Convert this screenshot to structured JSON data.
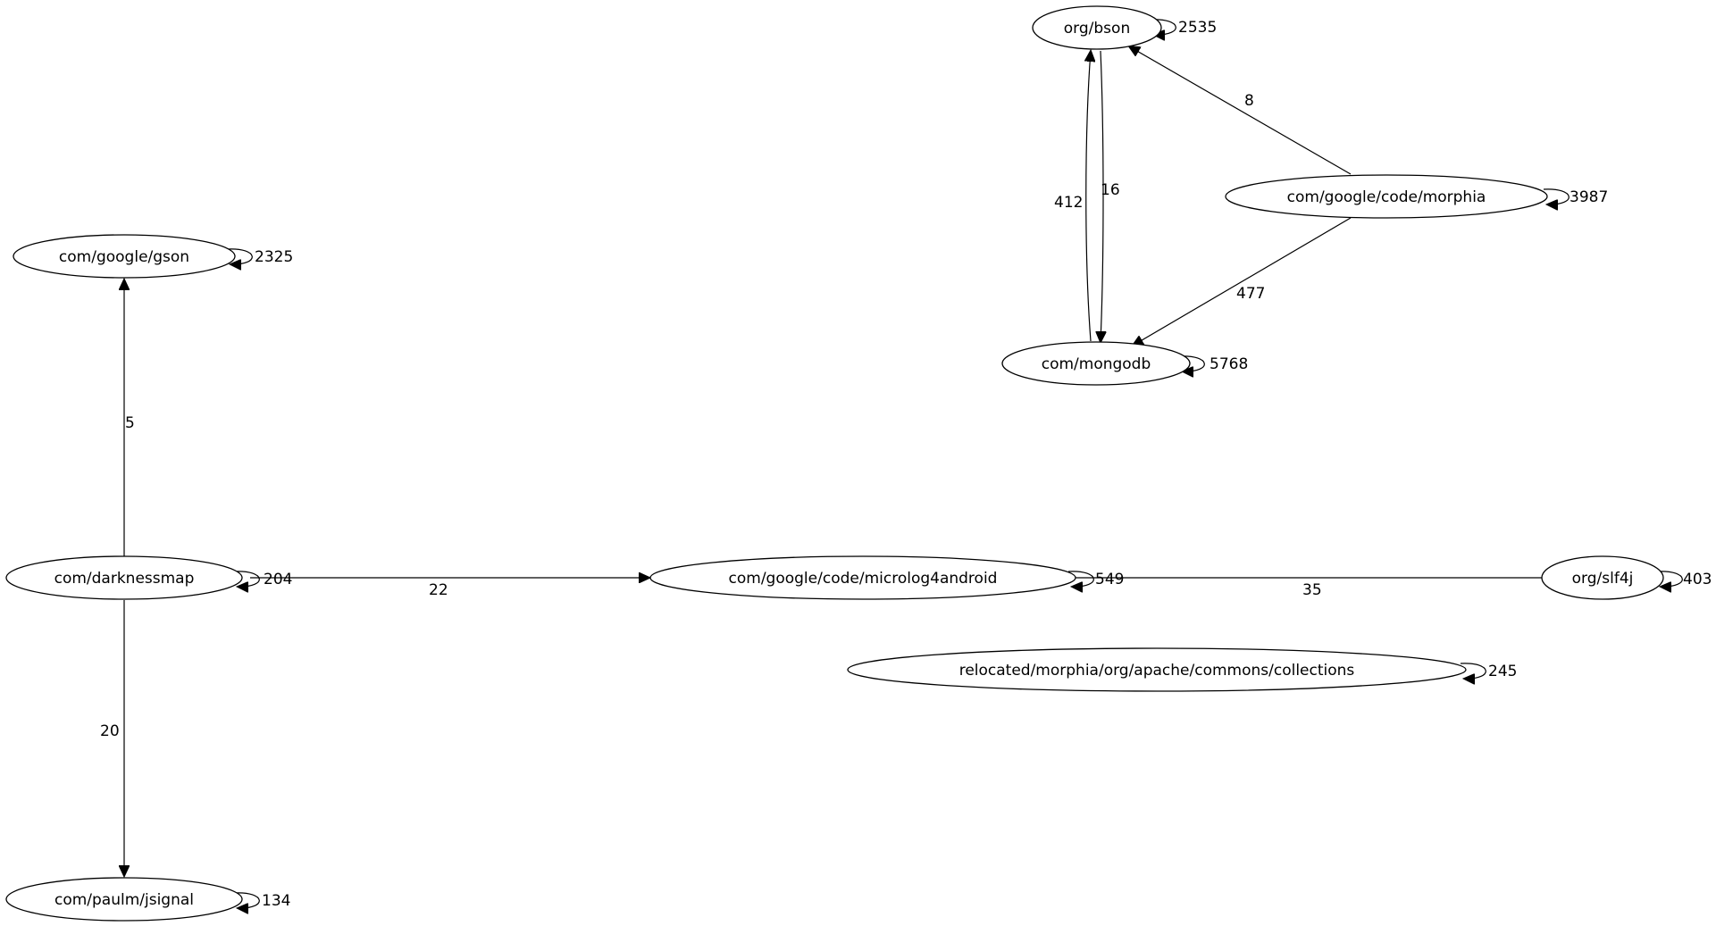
{
  "nodes": {
    "bson": "org/bson",
    "morphia": "com/google/code/morphia",
    "mongodb": "com/mongodb",
    "gson": "com/google/gson",
    "darknessmap": "com/darknessmap",
    "micrologger": "com/google/code/microlog4android",
    "slf4j": "org/slf4j",
    "collections": "relocated/morphia/org/apache/commons/collections",
    "jsignal": "com/paulm/jsignal"
  },
  "edges": {
    "bson_self": "2535",
    "morphia_self": "3987",
    "mongodb_self": "5768",
    "gson_self": "2325",
    "darknessmap_self": "204",
    "micrologger_self": "549",
    "slf4j_self": "403",
    "collections_self": "245",
    "jsignal_self": "134",
    "morphia_to_bson": "8",
    "mongodb_to_bson": "412",
    "bson_to_mongodb": "16",
    "morphia_to_mongodb": "477",
    "darknessmap_to_gson": "5",
    "darknessmap_to_micrologger": "22",
    "slf4j_to_micrologger": "35",
    "darknessmap_to_jsignal": "20"
  }
}
